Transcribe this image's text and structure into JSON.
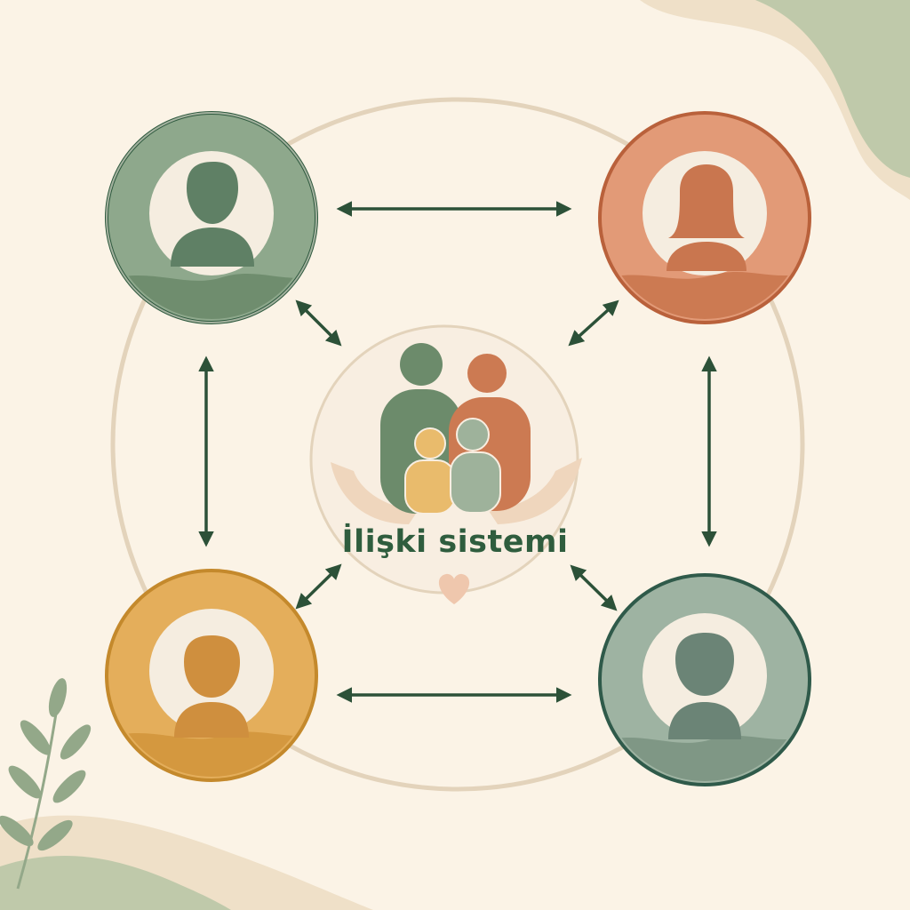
{
  "center": {
    "label": "İlişki sistemi"
  },
  "colors": {
    "background": "#fbf3e6",
    "ring": "#e3d3bb",
    "arrow": "#2c5138",
    "green": "#8ea88c",
    "green_dark": "#5f8065",
    "terracotta": "#e29a77",
    "terracotta_dark": "#c9764f",
    "mustard": "#e4ae5b",
    "mustard_dark": "#cf8f3e",
    "sage": "#9eb3a2",
    "sage_dark": "#6b8476"
  },
  "nodes": [
    {
      "id": "father",
      "icon": "man-silhouette-icon"
    },
    {
      "id": "mother",
      "icon": "woman-silhouette-icon"
    },
    {
      "id": "child-1",
      "icon": "child-silhouette-icon"
    },
    {
      "id": "child-2",
      "icon": "boy-silhouette-icon"
    }
  ]
}
